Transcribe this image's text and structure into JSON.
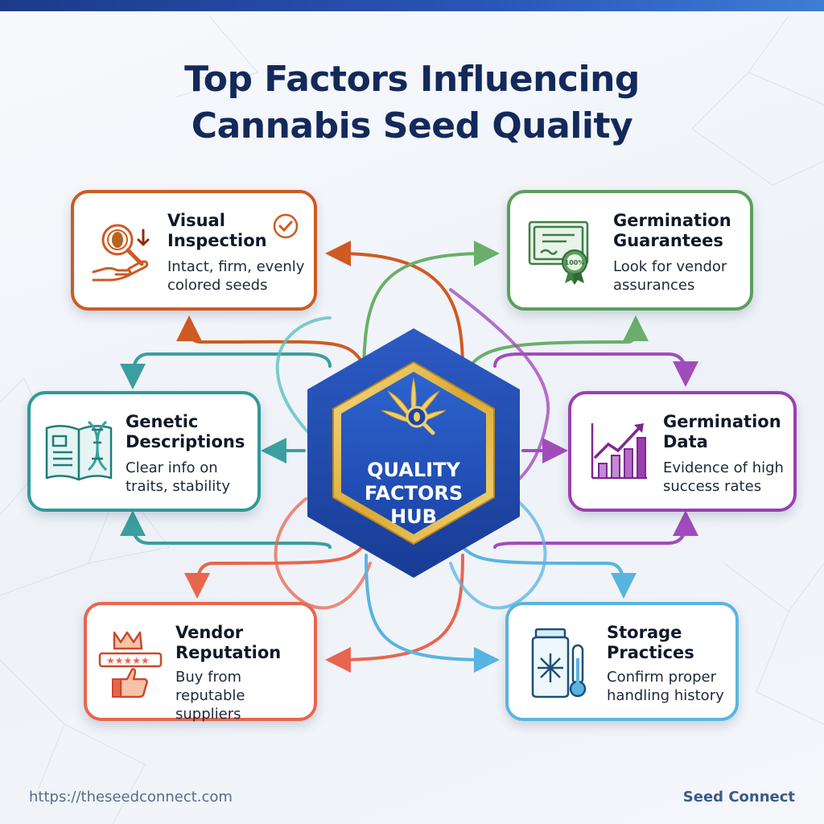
{
  "title": {
    "line1": "Top Factors Influencing",
    "line2": "Cannabis Seed Quality"
  },
  "hub": {
    "line1": "QUALITY",
    "line2": "FACTORS",
    "line3": "HUB",
    "icon": "cannabis-leaf-magnifier-icon"
  },
  "factors": [
    {
      "title1": "Visual",
      "title2": "Inspection",
      "desc1": "Intact, firm, evenly",
      "desc2": "colored seeds",
      "icon": "seed-magnifier-hand-icon",
      "color": "#cf5a22"
    },
    {
      "title1": "Germination",
      "title2": "Guarantees",
      "desc1": "Look for vendor",
      "desc2": "assurances",
      "icon": "certificate-badge-icon",
      "color": "#5c9e5c",
      "badge_text": "100%"
    },
    {
      "title1": "Genetic",
      "title2": "Descriptions",
      "desc1": "Clear info on",
      "desc2": "traits, stability",
      "icon": "book-dna-icon",
      "color": "#2e9a9a"
    },
    {
      "title1": "Germination",
      "title2": "Data",
      "desc1": "Evidence of high",
      "desc2": "success rates",
      "icon": "bar-chart-trend-icon",
      "color": "#9b3fb0"
    },
    {
      "title1": "Vendor",
      "title2": "Reputation",
      "desc1": "Buy from reputable",
      "desc2": "suppliers",
      "icon": "crown-stars-thumbsup-icon",
      "color": "#e8664e"
    },
    {
      "title1": "Storage",
      "title2": "Practices",
      "desc1": "Confirm proper",
      "desc2": "handling history",
      "icon": "jar-snowflake-thermometer-icon",
      "color": "#5ab4e0"
    }
  ],
  "footer": {
    "url": "https://theseedconnect.com",
    "brand": "Seed Connect"
  }
}
